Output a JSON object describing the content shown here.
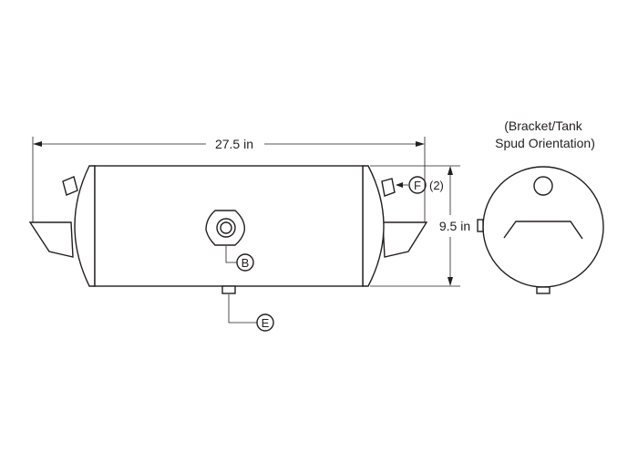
{
  "dimensions": {
    "length": "27.5 in",
    "diameter": "9.5 in"
  },
  "callouts": {
    "b": "B",
    "e": "E",
    "f": "F",
    "f_count": "(2)"
  },
  "end_view": {
    "title_line1": "(Bracket/Tank",
    "title_line2": "Spud Orientation)"
  },
  "colors": {
    "line": "#231f20",
    "background": "#ffffff"
  }
}
